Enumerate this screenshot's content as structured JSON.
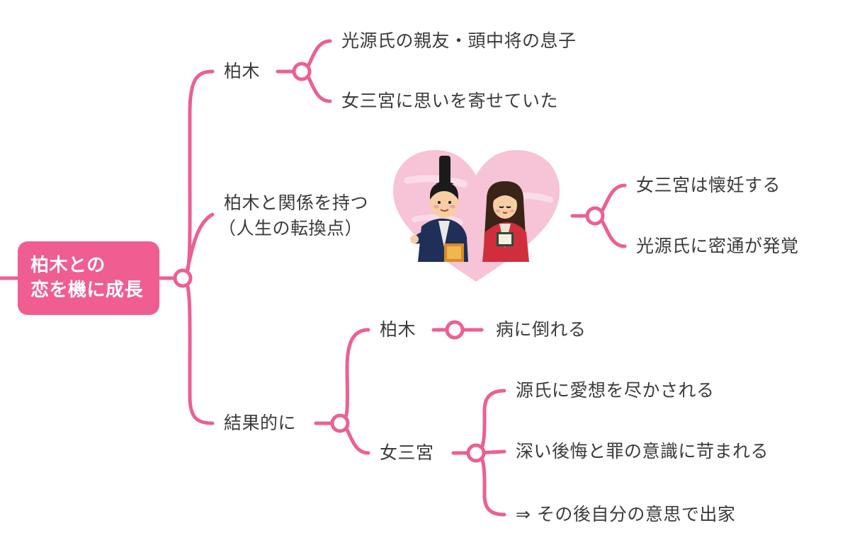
{
  "root": {
    "line1": "柏木との",
    "line2": "恋を機に成長"
  },
  "branches": {
    "kashiwagi": {
      "label": "柏木",
      "children": [
        "光源氏の親友・頭中将の息子",
        "女三宮に思いを寄せていた"
      ]
    },
    "relationship": {
      "label_line1": "柏木と関係を持つ",
      "label_line2": "（人生の転換点）",
      "children": [
        "女三宮は懐妊する",
        "光源氏に密通が発覚"
      ]
    },
    "result": {
      "label": "結果的に",
      "kashiwagi": {
        "label": "柏木",
        "child": "病に倒れる"
      },
      "onna_san_no_miya": {
        "label": "女三宮",
        "children": [
          "源氏に愛想を尽かされる",
          "深い後悔と罪の意識に苛まれる",
          "⇒ その後自分の意思で出家"
        ]
      }
    }
  },
  "colors": {
    "accent": "#ec5f94",
    "root_fill": "#f05d91",
    "text": "#3b3b3b",
    "heart": "#f7bfd4"
  },
  "illustration": "heart-couple-illustration"
}
